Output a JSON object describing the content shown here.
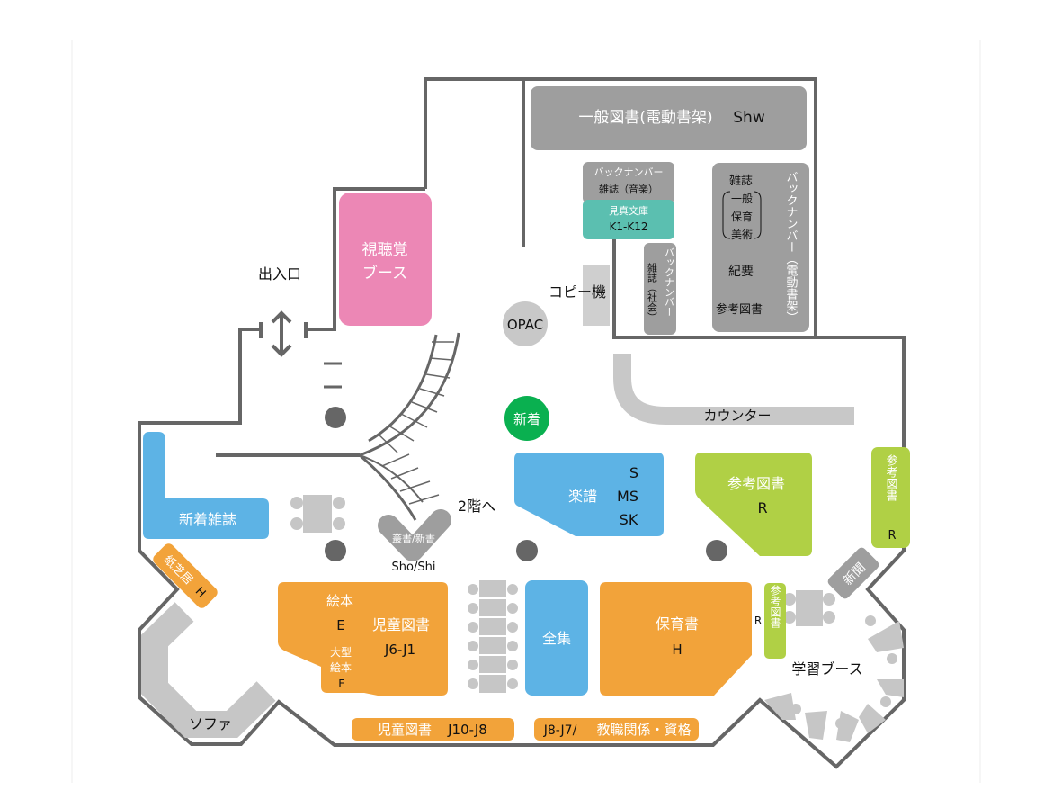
{
  "colors": {
    "gray": "#9e9e9e",
    "light_gray": "#c6c6c6",
    "teal": "#5bbfb0",
    "pink": "#ec87b5",
    "blue": "#5db3e5",
    "green": "#b0d045",
    "orange": "#f2a33a",
    "new_green": "#0ab050",
    "pillar": "#666666",
    "wall": "#666666"
  },
  "areas": {
    "general_books": {
      "label": "一般図書(電動書架)",
      "code": "Shw"
    },
    "music_backnumber": {
      "line1": "バックナンバー",
      "line2": "雑誌（音楽）"
    },
    "mima_bunko": {
      "label": "見真文庫",
      "code": "K1-K12"
    },
    "social_backnumber": {
      "vertical": "バックナンバー",
      "label": "雑誌（社会）"
    },
    "electric_stacks": {
      "magazines": "雑誌",
      "general": "一般",
      "childcare": "保育",
      "art": "美術",
      "bulletins": "紀要",
      "reference": "参考図書",
      "vertical": "バックナンバー（電動書架）"
    },
    "copier": {
      "label": "コピー機"
    },
    "opac": {
      "label": "OPAC"
    },
    "new_arrivals": {
      "label": "新着"
    },
    "av_booth": {
      "line1": "視聴覚",
      "line2": "ブース"
    },
    "entrance": {
      "label": "出入口"
    },
    "counter": {
      "label": "カウンター"
    },
    "new_magazines": {
      "label": "新着雑誌"
    },
    "sheet_music": {
      "label": "楽譜",
      "codes": [
        "S",
        "MS",
        "SK"
      ]
    },
    "reference_main": {
      "label": "参考図書",
      "code": "R"
    },
    "reference_right": {
      "label": "参考図書",
      "code": "R"
    },
    "newspapers": {
      "label": "新聞"
    },
    "kamishibai": {
      "label": "紙芝居",
      "code": "H"
    },
    "series": {
      "label": "叢書/新書",
      "code": "Sho/Shi"
    },
    "stairs": {
      "label": "2階へ"
    },
    "picture_books": {
      "label": "絵本",
      "code": "E",
      "large1": "大型",
      "large2": "絵本",
      "large_code": "E"
    },
    "children_books": {
      "label": "児童図書",
      "code": "J6-J1"
    },
    "collected_works": {
      "label": "全集"
    },
    "childcare_books": {
      "label": "保育書",
      "code": "H"
    },
    "reference_small": {
      "label": "参考図書",
      "code": "R"
    },
    "study_booth": {
      "label": "学習ブース"
    },
    "sofa": {
      "label": "ソファ"
    },
    "children_shelf_bottom": {
      "label": "児童図書",
      "code": "J10-J8"
    },
    "teaching_shelf_bottom": {
      "code": "J8-J7/",
      "label": "教職関係・資格"
    }
  }
}
